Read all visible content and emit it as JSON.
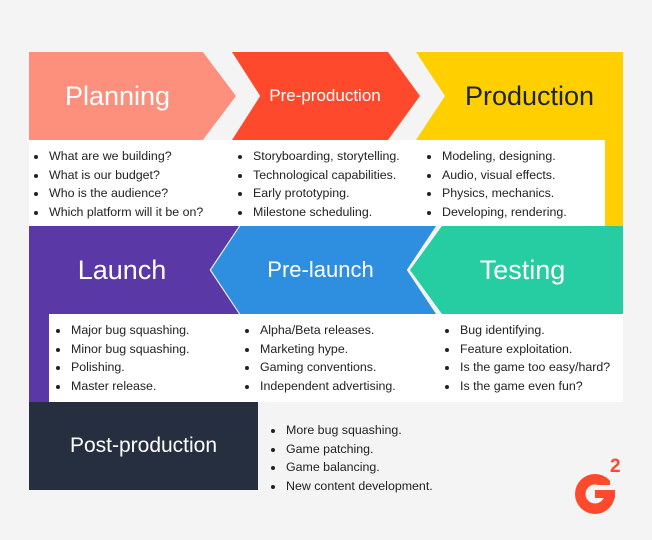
{
  "colors": {
    "planning": "#fd8f7d",
    "pre_production": "#ff492c",
    "production": "#ffcf00",
    "launch": "#5a39a7",
    "pre_launch": "#2e8ee0",
    "testing": "#27cda2",
    "post_production": "#252f3f",
    "logo": "#ff492c"
  },
  "row1": {
    "planning": {
      "title": "Planning",
      "items": [
        "What are we building?",
        "What is our budget?",
        "Who is the audience?",
        "Which platform will it be on?"
      ]
    },
    "pre_production": {
      "title": "Pre-production",
      "items": [
        "Storyboarding, storytelling.",
        "Technological capabilities.",
        "Early prototyping.",
        "Milestone scheduling."
      ]
    },
    "production": {
      "title": "Production",
      "items": [
        "Modeling, designing.",
        "Audio, visual effects.",
        "Physics, mechanics.",
        "Developing, rendering."
      ]
    }
  },
  "row2": {
    "launch": {
      "title": "Launch",
      "items": [
        "Major bug squashing.",
        "Minor bug squashing.",
        "Polishing.",
        "Master release."
      ]
    },
    "pre_launch": {
      "title": "Pre-launch",
      "items": [
        "Alpha/Beta releases.",
        "Marketing hype.",
        "Gaming conventions.",
        "Independent advertising."
      ]
    },
    "testing": {
      "title": "Testing",
      "items": [
        "Bug identifying.",
        "Feature exploitation.",
        "Is the game too easy/hard?",
        "Is the game even fun?"
      ]
    }
  },
  "row3": {
    "post_production": {
      "title": "Post-production",
      "items": [
        "More bug squashing.",
        "Game patching.",
        "Game balancing.",
        "New content development."
      ]
    }
  },
  "logo": {
    "name": "g2-logo",
    "superscript": "2"
  }
}
